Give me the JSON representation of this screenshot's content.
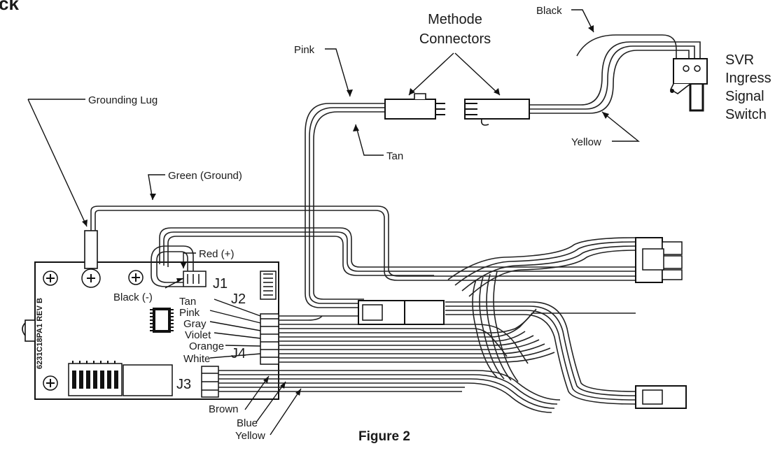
{
  "header_fragment": "ck",
  "figure_caption": "Figure 2",
  "labels": {
    "methode_line1": "Methode",
    "methode_line2": "Connectors",
    "pink_top": "Pink",
    "black_top": "Black",
    "svr_line1": "SVR",
    "svr_line2": "Ingress",
    "svr_line3": "Signal",
    "svr_line4": "Switch",
    "grounding_lug": "Grounding Lug",
    "yellow_right": "Yellow",
    "tan_mid": "Tan",
    "green_ground": "Green (Ground)",
    "red_plus": "Red (+)",
    "j1": "J1",
    "black_minus": "Black (-)",
    "j2": "J2",
    "tan_j4": "Tan",
    "pink_j4": "Pink",
    "gray_j4": "Gray",
    "violet_j4": "Violet",
    "orange_j4": "Orange",
    "j4": "J4",
    "white_j4": "White",
    "j3": "J3",
    "brown": "Brown",
    "blue": "Blue",
    "yellow_bottom": "Yellow",
    "pcb_marking": "6231C18PA1 REV B"
  }
}
